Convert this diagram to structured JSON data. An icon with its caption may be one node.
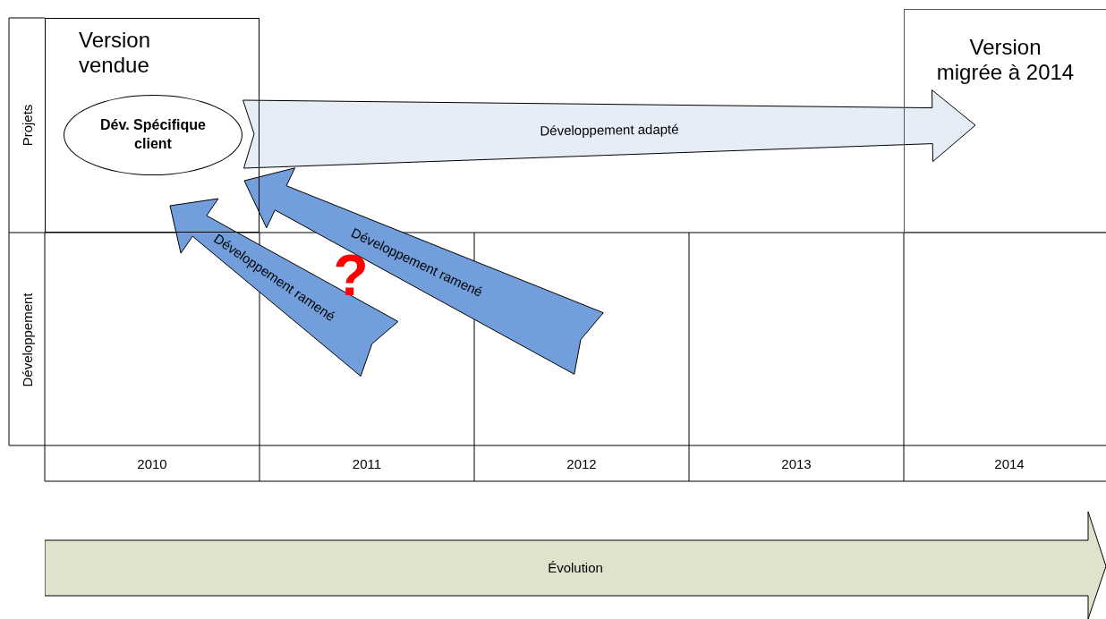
{
  "diagram": {
    "nodes": [
      {
        "text": [
          "Version vendue"
        ]
      },
      {
        "text": [
          "Dév. Spécifique client"
        ],
        "in": 0
      },
      {
        "text": [
          "Version migrée à 2014"
        ]
      },
      {
        "text": [
          "Évolution"
        ]
      }
    ],
    "edges": [
      {
        "from": 1,
        "to": 2,
        "arrow": "to",
        "label": "Développement adapté",
        "color": "#e6edf7"
      },
      {
        "from": null,
        "to": 1,
        "arrow": "to",
        "label": "Développement ramené"
      },
      {
        "from": null,
        "to": 1,
        "arrow": "to",
        "label": "Développement ramené"
      }
    ],
    "labels": [
      "Projets",
      "Développement",
      "?",
      "2010",
      "2011",
      "2012",
      "2013",
      "2014"
    ]
  }
}
